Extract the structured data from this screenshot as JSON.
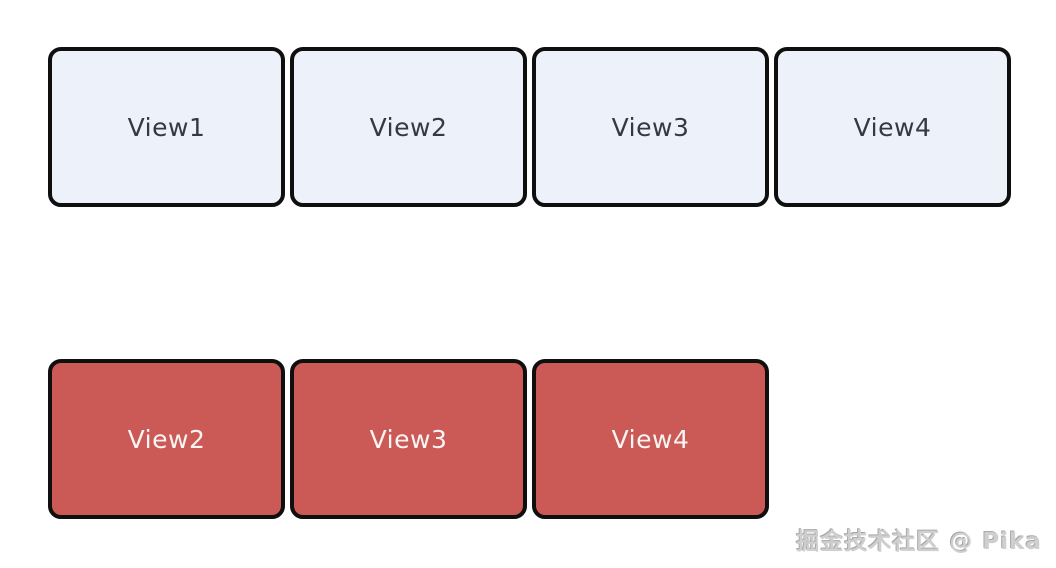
{
  "diagram": {
    "description_colors": {
      "background": "#ffffff",
      "box_border": "#0f0f0f",
      "top_box_fill": "#edf1f9",
      "top_box_text": "#333a44",
      "bottom_box_fill": "#cb5a57",
      "bottom_box_text": "#f8f5f2",
      "watermark_color": "#cfcfcf"
    },
    "top_row": {
      "boxes": [
        {
          "label": "View1"
        },
        {
          "label": "View2"
        },
        {
          "label": "View3"
        },
        {
          "label": "View4"
        }
      ]
    },
    "bottom_row": {
      "boxes": [
        {
          "label": "View2"
        },
        {
          "label": "View3"
        },
        {
          "label": "View4"
        }
      ]
    },
    "watermark": {
      "text": "掘金技术社区 @ Pika"
    }
  }
}
